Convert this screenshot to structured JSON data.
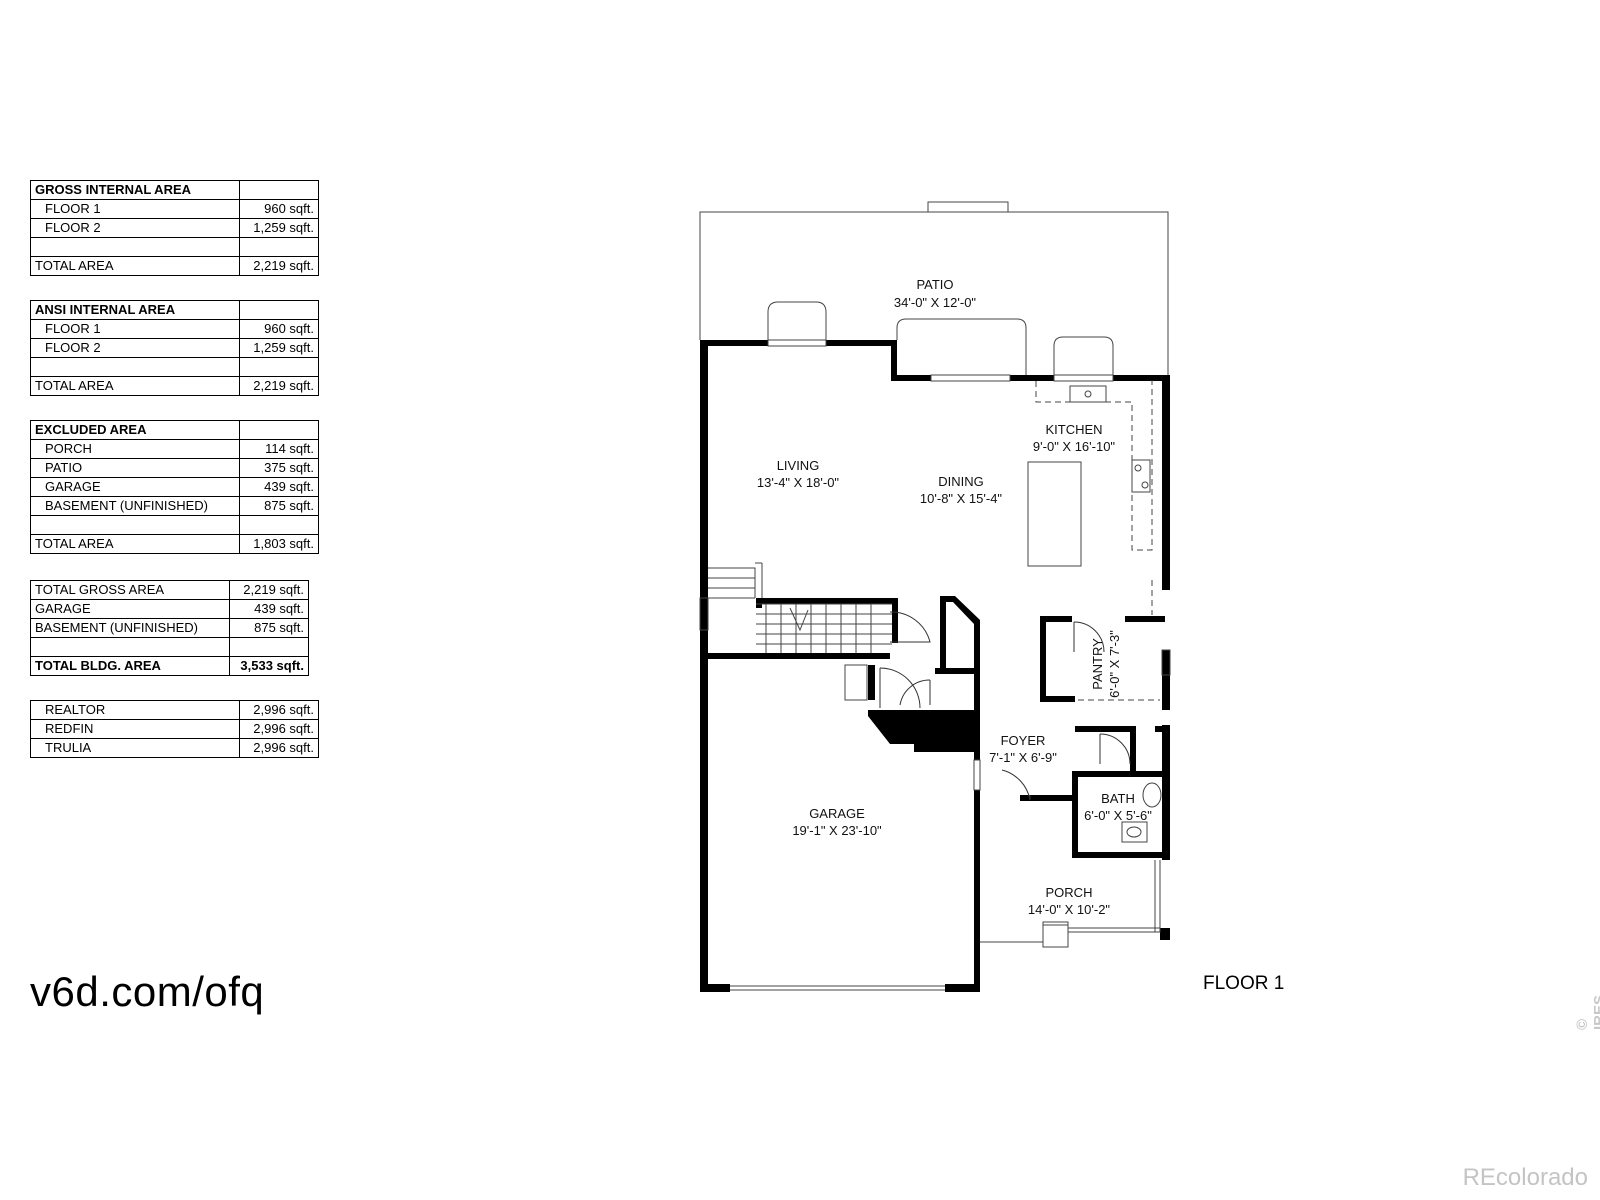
{
  "tables": {
    "gross": {
      "title": "GROSS INTERNAL AREA",
      "r1_label": "FLOOR 1",
      "r1_value": "960 sqft.",
      "r2_label": "FLOOR 2",
      "r2_value": "1,259 sqft.",
      "total_label": "TOTAL AREA",
      "total_value": "2,219 sqft."
    },
    "ansi": {
      "title": "ANSI INTERNAL AREA",
      "r1_label": "FLOOR 1",
      "r1_value": "960 sqft.",
      "r2_label": "FLOOR 2",
      "r2_value": "1,259 sqft.",
      "total_label": "TOTAL AREA",
      "total_value": "2,219 sqft."
    },
    "excluded": {
      "title": "EXCLUDED AREA",
      "r1_label": "PORCH",
      "r1_value": "114 sqft.",
      "r2_label": "PATIO",
      "r2_value": "375 sqft.",
      "r3_label": "GARAGE",
      "r3_value": "439 sqft.",
      "r4_label": "BASEMENT (UNFINISHED)",
      "r4_value": "875 sqft.",
      "total_label": "TOTAL AREA",
      "total_value": "1,803 sqft."
    },
    "summary": {
      "r1_label": "TOTAL GROSS AREA",
      "r1_value": "2,219 sqft.",
      "r2_label": "GARAGE",
      "r2_value": "439 sqft.",
      "r3_label": "BASEMENT (UNFINISHED)",
      "r3_value": "875 sqft.",
      "total_label": "TOTAL BLDG. AREA",
      "total_value": "3,533 sqft."
    },
    "sites": {
      "r1_label": "REALTOR",
      "r1_value": "2,996 sqft.",
      "r2_label": "REDFIN",
      "r2_value": "2,996 sqft.",
      "r3_label": "TRULIA",
      "r3_value": "2,996 sqft."
    }
  },
  "rooms": {
    "patio": {
      "name": "PATIO",
      "size": "34'-0\" X 12'-0\""
    },
    "kitchen": {
      "name": "KITCHEN",
      "size": "9'-0\" X 16'-10\""
    },
    "living": {
      "name": "LIVING",
      "size": "13'-4\" X 18'-0\""
    },
    "dining": {
      "name": "DINING",
      "size": "10'-8\" X 15'-4\""
    },
    "pantry": {
      "name": "PANTRY",
      "size": "6'-0\" X 7'-3\""
    },
    "foyer": {
      "name": "FOYER",
      "size": "7'-1\" X 6'-9\""
    },
    "bath": {
      "name": "BATH",
      "size": "6'-0\" X 5'-6\""
    },
    "garage": {
      "name": "GARAGE",
      "size": "19'-1\" X 23'-10\""
    },
    "porch": {
      "name": "PORCH",
      "size": "14'-0\" X 10'-2\""
    }
  },
  "url_text": "v6d.com/ofq",
  "floor_label": "FLOOR 1",
  "watermark_left": "© IRES",
  "watermark_br": "REcolorado"
}
